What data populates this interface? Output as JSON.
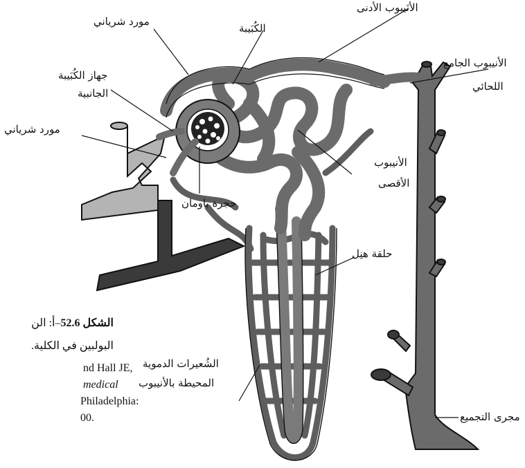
{
  "labels": {
    "afferent": "مورد شرياني",
    "glomerulus": "الكُبَيبة",
    "proximal": "الأنَيبوب الأدنى",
    "juxta_line1": "جهاز الكُبَيبة",
    "juxta_line2": "الجانبية",
    "efferent": "مورد شرياني",
    "bowman": "حجرة باومان",
    "collecting_tubule_line1": "الأنيبوب الجامع",
    "collecting_tubule_line2": "اللحائي",
    "distal_line1": "الأنيبوب",
    "distal_line2": "الأقصى",
    "henle": "حلقة هنِل",
    "capillaries_line1": "الشُعيرات الدموية",
    "capillaries_line2": "المحيطة بالأنيبوب",
    "collecting_duct": "مجرى التجميع"
  },
  "caption": {
    "fig_label": "الشكل 52.6",
    "fig_rest": "–أ: الن",
    "line2": "البولبين في الكلية.",
    "ref1": "nd Hall JE,",
    "ref2": "medical",
    "ref3": "Philadelphia:",
    "ref4": "00."
  },
  "colors": {
    "vessel": "#6b6b6b",
    "vessel_dark": "#3a3a3a",
    "artery_light": "#b4b4b4",
    "outline": "#111111"
  }
}
